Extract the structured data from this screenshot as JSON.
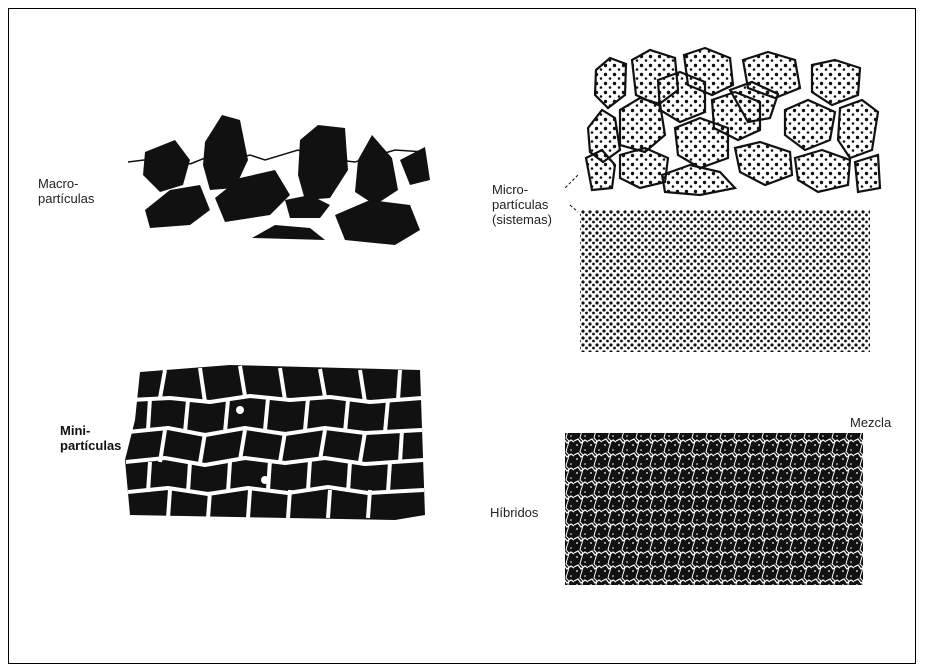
{
  "labels": {
    "macro": "Macro-\npartículas",
    "micro": "Micro-\npartículas\n(sistemas)",
    "mini": "Mini-\npartículas",
    "hibridos": "Híbridos",
    "mezcla": "Mezcla"
  },
  "colors": {
    "ink": "#111111",
    "paper": "#ffffff",
    "frame": "#000000"
  }
}
